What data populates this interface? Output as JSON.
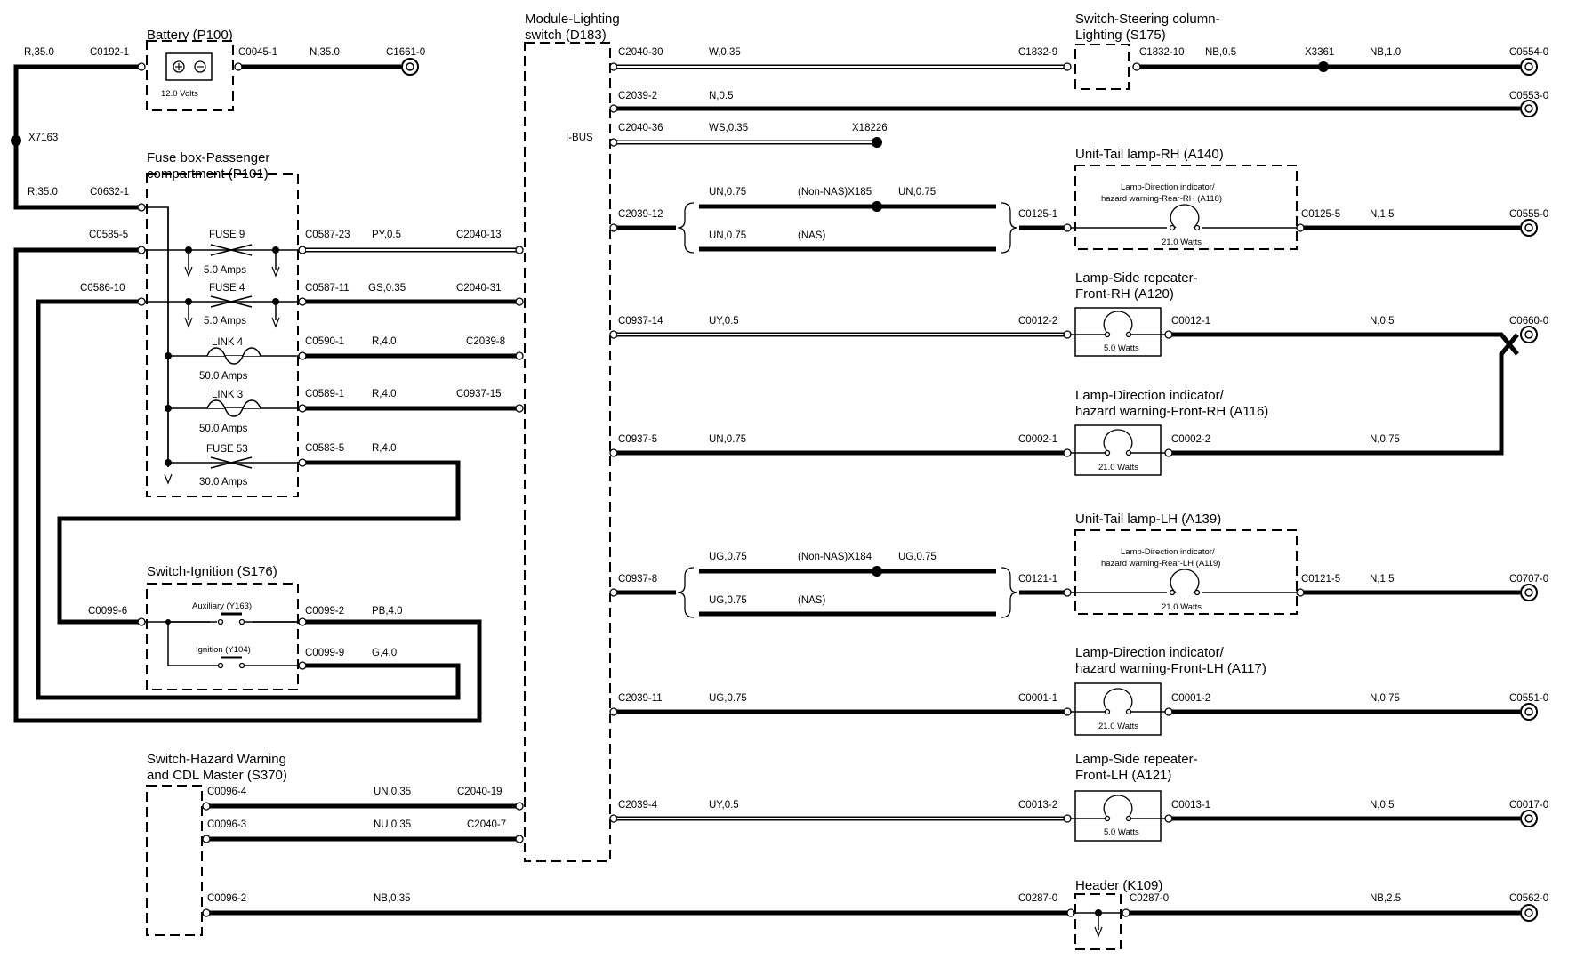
{
  "components": {
    "battery": {
      "title": "Battery (P100)",
      "voltage": "12.0 Volts"
    },
    "fusebox": {
      "title1": "Fuse box-Passenger",
      "title2": "compartment (P101)"
    },
    "fuse9": {
      "name": "FUSE 9",
      "rating": "5.0 Amps"
    },
    "fuse4": {
      "name": "FUSE 4",
      "rating": "5.0 Amps"
    },
    "link4": {
      "name": "LINK 4",
      "rating": "50.0 Amps"
    },
    "link3": {
      "name": "LINK 3",
      "rating": "50.0 Amps"
    },
    "fuse53": {
      "name": "FUSE 53",
      "rating": "30.0 Amps"
    },
    "ignition": {
      "title": "Switch-Ignition (S176)",
      "aux": "Auxiliary (Y163)",
      "ign": "Ignition (Y104)"
    },
    "hazard": {
      "title1": "Switch-Hazard Warning",
      "title2": "and CDL Master (S370)"
    },
    "module": {
      "title1": "Module-Lighting",
      "title2": "switch (D183)",
      "ibus": "I-BUS"
    },
    "steering": {
      "title1": "Switch-Steering column-",
      "title2": "Lighting (S175)"
    },
    "tail_rh": {
      "title": "Unit-Tail lamp-RH (A140)",
      "inner1": "Lamp-Direction indicator/",
      "inner2": "hazard warning-Rear-RH (A118)",
      "watts": "21.0 Watts"
    },
    "repeater_frh": {
      "title1": "Lamp-Side repeater-",
      "title2": "Front-RH (A120)",
      "watts": "5.0 Watts"
    },
    "dir_frh": {
      "title1": "Lamp-Direction indicator/",
      "title2": "hazard warning-Front-RH (A116)",
      "watts": "21.0 Watts"
    },
    "tail_lh": {
      "title": "Unit-Tail lamp-LH (A139)",
      "inner1": "Lamp-Direction indicator/",
      "inner2": "hazard warning-Rear-LH (A119)",
      "watts": "21.0 Watts"
    },
    "dir_flh": {
      "title1": "Lamp-Direction indicator/",
      "title2": "hazard warning-Front-LH (A117)",
      "watts": "21.0 Watts"
    },
    "repeater_flh": {
      "title1": "Lamp-Side repeater-",
      "title2": "Front-LH (A121)",
      "watts": "5.0 Watts"
    },
    "header": {
      "title": "Header (K109)"
    }
  },
  "labels": {
    "r35a": "R,35.0",
    "c0192": "C0192-1",
    "c0045": "C0045-1",
    "n35": "N,35.0",
    "c1661": "C1661-0",
    "x7163": "X7163",
    "r35b": "R,35.0",
    "c0632": "C0632-1",
    "c0585_5": "C0585-5",
    "c0586_10": "C0586-10",
    "c0587_23": "C0587-23",
    "py06": "PY,0.5",
    "c2040_13": "C2040-13",
    "c0587_11": "C0587-11",
    "gs035": "GS,0.35",
    "c2040_31": "C2040-31",
    "c0590": "C0590-1",
    "r40a": "R,4.0",
    "c2039_8": "C2039-8",
    "c0589": "C0589-1",
    "r40b": "R,4.0",
    "c0937_15": "C0937-15",
    "c0583": "C0583-5",
    "r40c": "R,4.0",
    "c0099_6": "C0099-6",
    "c0099_2": "C0099-2",
    "pb40": "PB,4.0",
    "c0099_9": "C0099-9",
    "g40": "G,4.0",
    "c0096_4": "C0096-4",
    "un035": "UN,0.35",
    "c2040_19": "C2040-19",
    "c0096_3": "C0096-3",
    "nu035": "NU,0.35",
    "c2040_7": "C2040-7",
    "c0096_2": "C0096-2",
    "nb035": "NB,0.35",
    "c0287a": "C0287-0",
    "c0287b": "C0287-0",
    "nb25": "NB,2.5",
    "c0562": "C0562-0",
    "c2040_30": "C2040-30",
    "w035": "W,0.35",
    "c1832_9": "C1832-9",
    "c1832_10": "C1832-10",
    "nb05": "NB,0.5",
    "x3361": "X3361",
    "nb10": "NB,1.0",
    "c0554": "C0554-0",
    "c2039_2": "C2039-2",
    "n05a": "N,0.5",
    "c0553": "C0553-0",
    "c2040_36": "C2040-36",
    "ws035": "WS,0.35",
    "x18226": "X18226",
    "c2039_12": "C2039-12",
    "un075a": "UN,0.75",
    "nonnas185": "(Non-NAS)X185",
    "un075b": "UN,0.75",
    "un075c": "UN,0.75",
    "nas1": "(NAS)",
    "c0125_1": "C0125-1",
    "c0125_5": "C0125-5",
    "n15a": "N,1.5",
    "c0555": "C0555-0",
    "c0937_14": "C0937-14",
    "uy05a": "UY,0.5",
    "c0012_2": "C0012-2",
    "c0012_1": "C0012-1",
    "n05b": "N,0.5",
    "c0660": "C0660-0",
    "c0937_5": "C0937-5",
    "un075d": "UN,0.75",
    "c0002_1": "C0002-1",
    "c0002_2": "C0002-2",
    "n075a": "N,0.75",
    "c0937_8": "C0937-8",
    "ug075a": "UG,0.75",
    "nonnas184": "(Non-NAS)X184",
    "ug075b": "UG,0.75",
    "ug075c": "UG,0.75",
    "nas2": "(NAS)",
    "c0121_1": "C0121-1",
    "c0121_5": "C0121-5",
    "n15b": "N,1.5",
    "c0707": "C0707-0",
    "c2039_11": "C2039-11",
    "ug075d": "UG,0.75",
    "c0001_1": "C0001-1",
    "c0001_2": "C0001-2",
    "n075b": "N,0.75",
    "c0551": "C0551-0",
    "c2039_4": "C2039-4",
    "uy05b": "UY,0.5",
    "c0013_2": "C0013-2",
    "c0013_1": "C0013-1",
    "n05c": "N,0.5",
    "c0017": "C0017-0"
  }
}
